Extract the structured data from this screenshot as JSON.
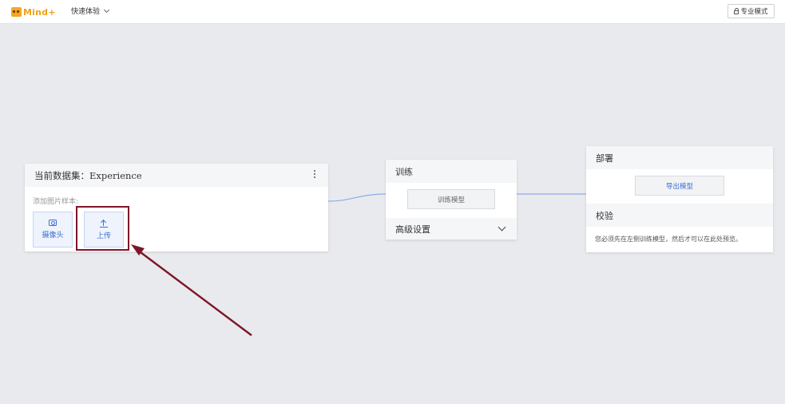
{
  "header": {
    "logo_text": "Mind+",
    "mode_label": "快速体验",
    "pro_mode_label": "专业模式"
  },
  "dataset": {
    "title_prefix": "当前数据集：",
    "title_name": "Experience",
    "add_label": "添加图片样本:",
    "camera_label": "摄像头",
    "upload_label": "上传"
  },
  "train": {
    "title": "训练",
    "train_button": "训练模型",
    "advanced_label": "高级设置"
  },
  "deploy": {
    "title": "部署",
    "export_button": "导出模型",
    "verify_title": "校验",
    "verify_note": "您必须先在左侧训练模型，然后才可以在此处预览。"
  },
  "colors": {
    "accent": "#3d6fd3",
    "annotation": "#7d1628",
    "logo": "#f0a21a"
  }
}
